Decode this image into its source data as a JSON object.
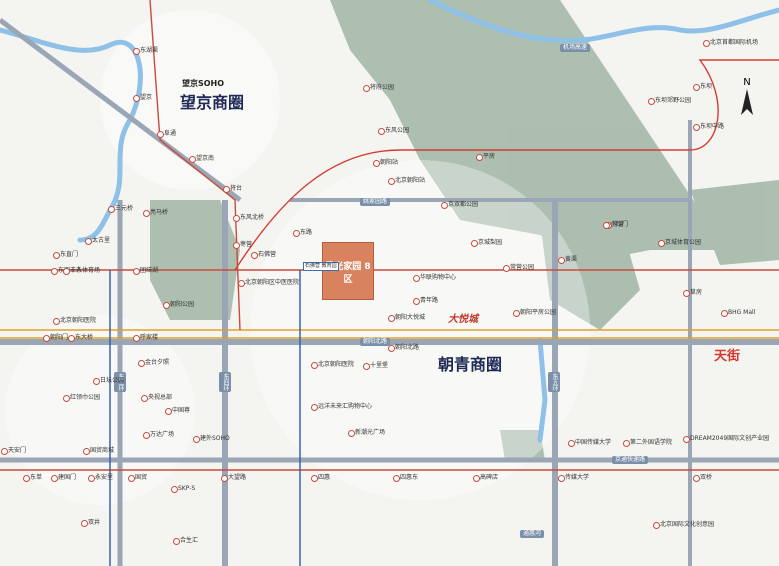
{
  "districts": {
    "wangjing": "望京商圈",
    "chaoqing": "朝青商圈"
  },
  "project": {
    "label": "星光家园\n8区",
    "badge": "石佛营\n教育园"
  },
  "brands": {
    "joycity": "大悦城",
    "tianjie": "天街",
    "wangjing_soho": "望京SOHO"
  },
  "compass": "N",
  "roads": {
    "yaojiayuan": "姚家园路",
    "chaoyang_north": "朝阳北路",
    "east5": "东五环",
    "east4": "东四环",
    "east3": "东三环",
    "jingtong": "京通快速路",
    "jingtong2": "通惠河",
    "airport_expressway": "机场高速"
  },
  "labels": [
    {
      "id": "dongwuyuan",
      "text": "东湖渠"
    },
    {
      "id": "wangjing_station",
      "text": "望京"
    },
    {
      "id": "futong",
      "text": "阜通"
    },
    {
      "id": "wangjingnan",
      "text": "望京南"
    },
    {
      "id": "jiangtai",
      "text": "将台"
    },
    {
      "id": "dongfengbeiqiao",
      "text": "东风北桥"
    },
    {
      "id": "zaoying",
      "text": "枣营"
    },
    {
      "id": "shifoying",
      "text": "石佛营"
    },
    {
      "id": "chaoyang_park",
      "text": "朝阳公园"
    },
    {
      "id": "hongling",
      "text": "红领巾公园"
    },
    {
      "id": "tuanjiehu",
      "text": "团结湖"
    },
    {
      "id": "sanyuanqiao",
      "text": "三元桥"
    },
    {
      "id": "liangmaqiao",
      "text": "亮马桥"
    },
    {
      "id": "dongzhimen",
      "text": "东直门"
    },
    {
      "id": "dongsishitiao",
      "text": "东四十条"
    },
    {
      "id": "gongren",
      "text": "工人体育场"
    },
    {
      "id": "taiguli",
      "text": "太古里"
    },
    {
      "id": "chaoyangmen",
      "text": "朝阳门"
    },
    {
      "id": "dongdaqiao",
      "text": "东大桥"
    },
    {
      "id": "hujialou",
      "text": "呼家楼"
    },
    {
      "id": "jintaixizhao",
      "text": "金台夕照"
    },
    {
      "id": "guomao",
      "text": "国贸"
    },
    {
      "id": "yonganli",
      "text": "永安里"
    },
    {
      "id": "jianguomen",
      "text": "建国门"
    },
    {
      "id": "dongdan",
      "text": "东单"
    },
    {
      "id": "tiananmen",
      "text": "天安门"
    },
    {
      "id": "dawanglu",
      "text": "大望路"
    },
    {
      "id": "sihui",
      "text": "四惠"
    },
    {
      "id": "sihuidong",
      "text": "四惠东"
    },
    {
      "id": "gaobeidian",
      "text": "高碑店"
    },
    {
      "id": "chuanmei",
      "text": "传媒大学"
    },
    {
      "id": "shuangqiao",
      "text": "双桥"
    },
    {
      "id": "skp",
      "text": "SKP-S"
    },
    {
      "id": "heshenghui",
      "text": "合生汇"
    },
    {
      "id": "wanda",
      "text": "万达广场"
    },
    {
      "id": "ritan",
      "text": "日坛公园"
    },
    {
      "id": "zhongguozun",
      "text": "中国尊"
    },
    {
      "id": "cctv",
      "text": "央视总部"
    },
    {
      "id": "jianwai",
      "text": "建外SOHO"
    },
    {
      "id": "changying",
      "text": "常营"
    },
    {
      "id": "caofang",
      "text": "草房"
    },
    {
      "id": "huangqu",
      "text": "黄渠"
    },
    {
      "id": "dongba",
      "text": "东坝"
    },
    {
      "id": "jiangfu",
      "text": "将府公园"
    },
    {
      "id": "dongfeng",
      "text": "东风公园"
    },
    {
      "id": "chaoyangzhan",
      "text": "朝阳站"
    },
    {
      "id": "beijingchaoyangstation",
      "text": "北京朝阳站"
    },
    {
      "id": "dongbajiadou",
      "text": "东坝郊野公园"
    },
    {
      "id": "jingcheng_ligong",
      "text": "京城梨园"
    },
    {
      "id": "jingcheng_park",
      "text": "京城体育公园"
    },
    {
      "id": "changying_park",
      "text": "常营公园"
    },
    {
      "id": "xiaohongmen",
      "text": "小红门"
    },
    {
      "id": "jingshuangdu",
      "text": "京双都公园"
    },
    {
      "id": "jingtong_market",
      "text": "北京国际文化创意园"
    },
    {
      "id": "huanggangzhanwu",
      "text": "北京首都国际机场"
    },
    {
      "id": "dongqu",
      "text": "东坝中路"
    },
    {
      "id": "lido",
      "text": "朝阳北路"
    },
    {
      "id": "shuangjing",
      "text": "双井"
    },
    {
      "id": "dream2049",
      "text": "DREAM2049国际文创产业园"
    },
    {
      "id": "communication_univ",
      "text": "中国传媒大学"
    },
    {
      "id": "no2_foreign",
      "text": "第二外国语学院"
    },
    {
      "id": "bhg",
      "text": "BHG Mall"
    },
    {
      "id": "yuanyang",
      "text": "远洋未来汇购物中心"
    },
    {
      "id": "xinchao",
      "text": "新潮光广场"
    },
    {
      "id": "chaoyang_joy",
      "text": "朝阳大悦城"
    },
    {
      "id": "hospital1",
      "text": "北京朝阳医院"
    },
    {
      "id": "shilipu",
      "text": "十里堡"
    },
    {
      "id": "qingnianlu",
      "text": "青年路"
    },
    {
      "id": "chaoyangjoy_park",
      "text": "朝阳平房公园"
    },
    {
      "id": "huaxianghaoshi",
      "text": "华联购物中心"
    },
    {
      "id": "pingfang",
      "text": "平房"
    },
    {
      "id": "donglu",
      "text": "东路"
    },
    {
      "id": "anzhen",
      "text": "北京朝阳区中医医院"
    },
    {
      "id": "bj_hospital",
      "text": "北京朝阳医院"
    },
    {
      "id": "guomao_school",
      "text": "国贸商城"
    }
  ]
}
